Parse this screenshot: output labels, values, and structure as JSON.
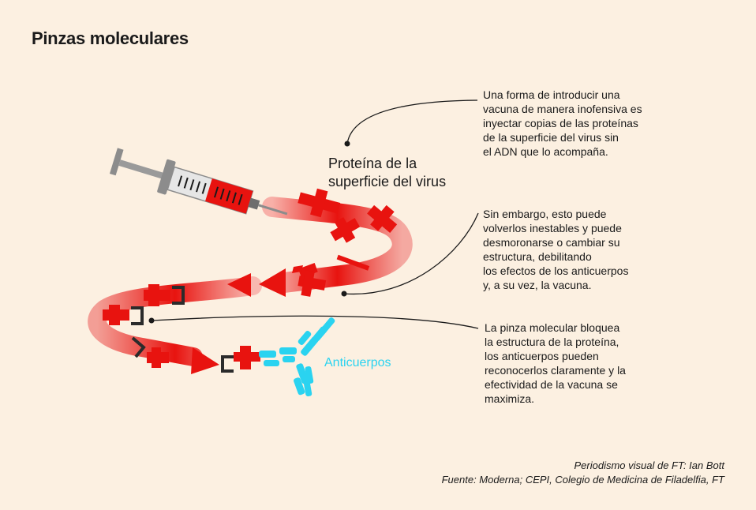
{
  "title": "Pinzas moleculares",
  "protein_label": [
    "Proteína de la",
    "superficie del virus"
  ],
  "antibody_label": "Anticuerpos",
  "notes": [
    {
      "lines": [
        "Una forma de introducir una",
        "vacuna de manera inofensiva es",
        "inyectar copias de las proteínas",
        "de la superficie del virus sin",
        "el ADN que lo acompaña."
      ]
    },
    {
      "lines": [
        "Sin embargo, esto puede",
        "volverlos inestables y puede",
        "desmoronarse o cambiar su",
        "estructura, debilitando",
        "los efectos de los anticuerpos",
        "y, a su vez, la vacuna."
      ]
    },
    {
      "lines": [
        "La pinza molecular bloquea",
        "la estructura de la proteína,",
        "los anticuerpos pueden",
        "reconocerlos claramente y la",
        "efectividad de la vacuna se",
        "maximiza."
      ]
    }
  ],
  "credits": [
    "Periodismo visual de FT: Ian Bott",
    "Fuente: Moderna; CEPI, Colegio de  Medicina de Filadelfia, FT"
  ],
  "colors": {
    "background": "#fcf0e1",
    "protein_red": "#e8130f",
    "antibody_cyan": "#2ad3f0",
    "clamp_dark": "#2b2b2b"
  },
  "icons": [
    "syringe-icon",
    "protein-icon",
    "clamp-icon",
    "antibody-icon"
  ]
}
